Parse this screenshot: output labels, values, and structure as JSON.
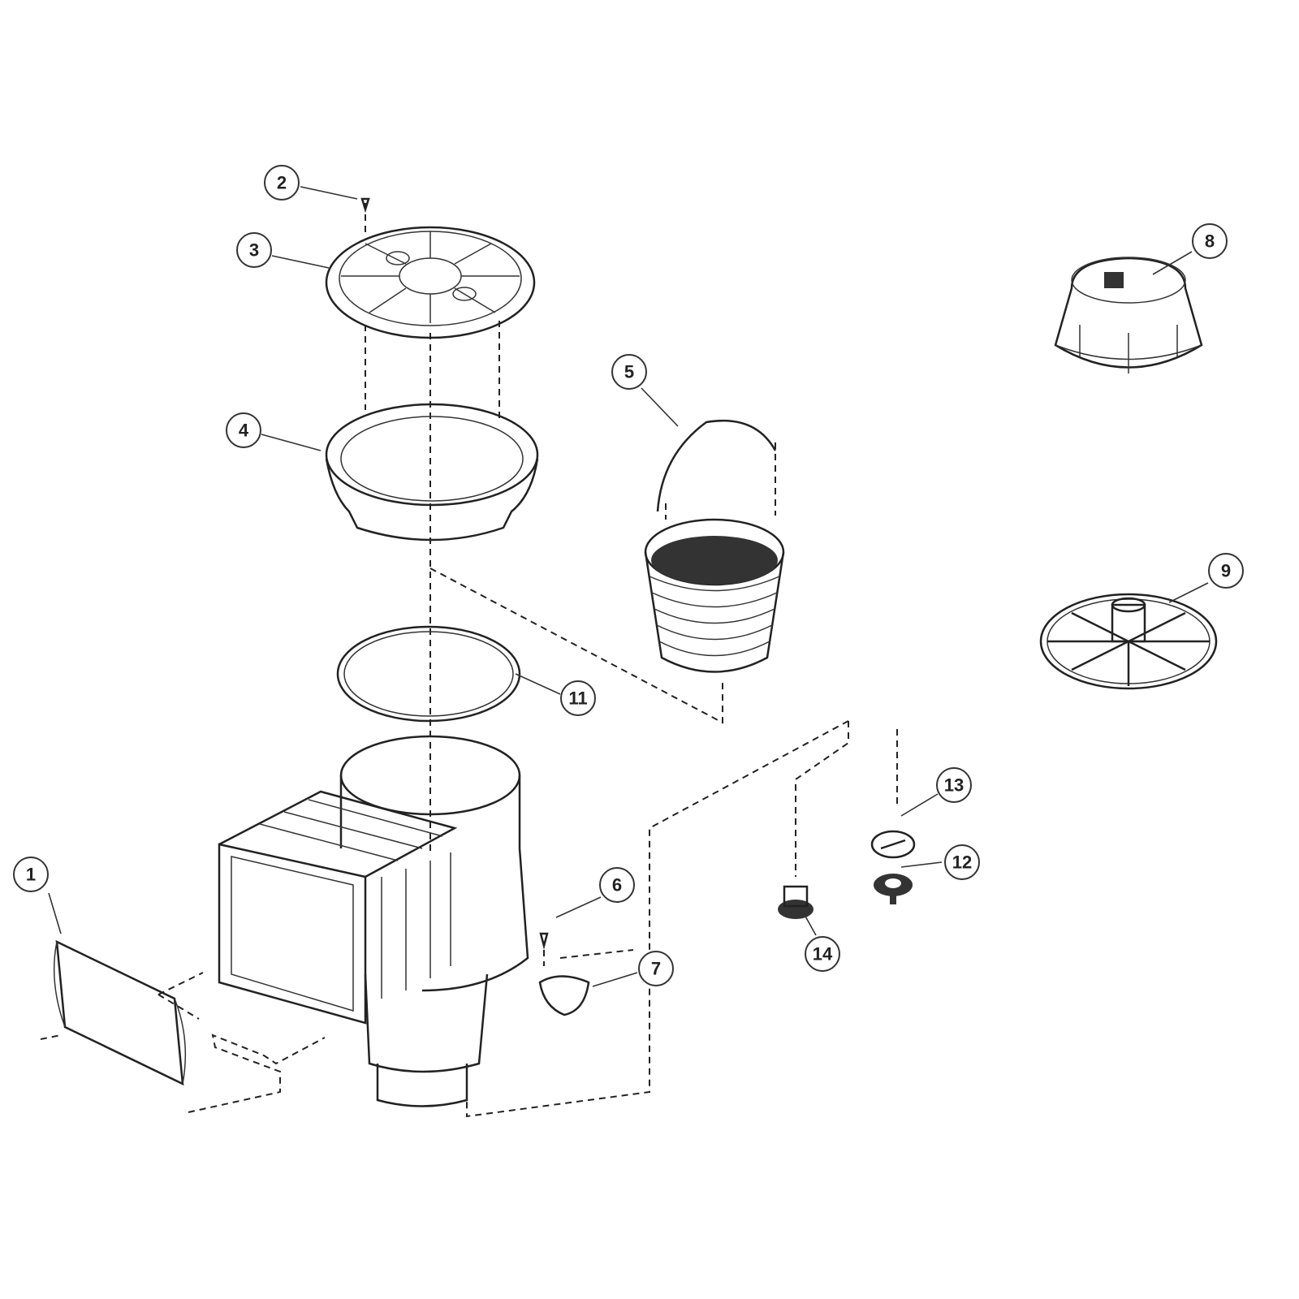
{
  "diagram": {
    "title": "Skimmer exploded parts diagram",
    "callouts": [
      "1",
      "2",
      "3",
      "4",
      "5",
      "6",
      "7",
      "8",
      "9",
      "11",
      "12",
      "13",
      "14"
    ]
  }
}
